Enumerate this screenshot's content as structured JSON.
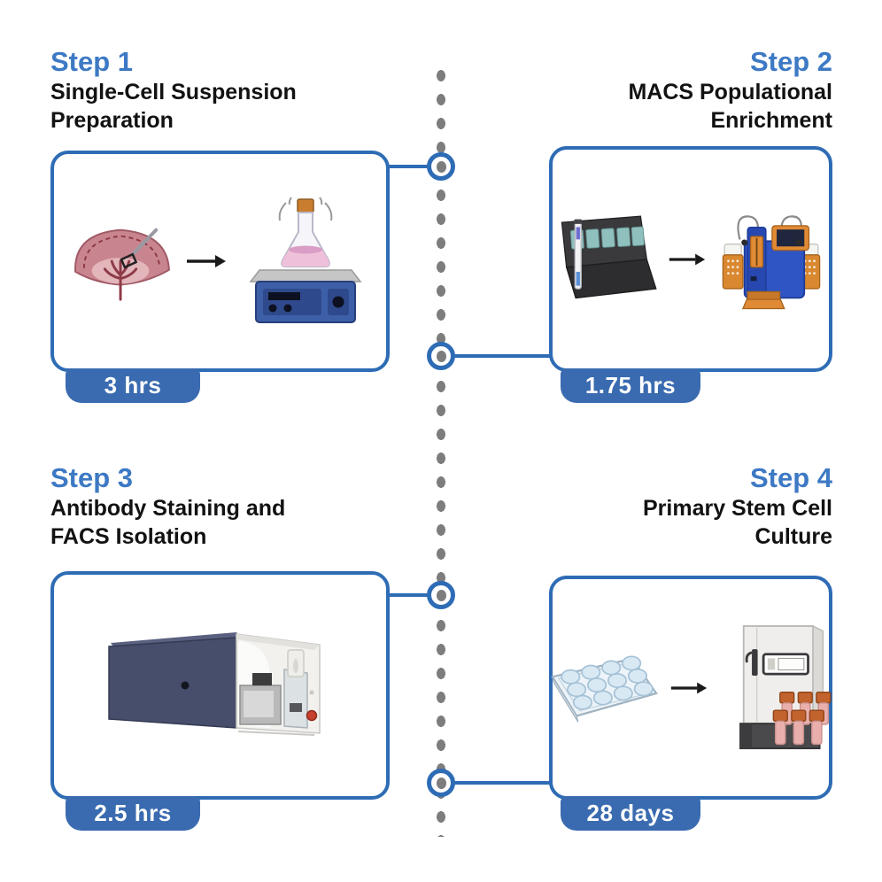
{
  "figure": {
    "type": "protocol-timeline-diagram",
    "background": "#ffffff",
    "timeline": {
      "style": "vertical-dotted",
      "node_count": 4
    }
  },
  "colors": {
    "step_label_blue": "#3D79C4",
    "title_black": "#121212",
    "card_border_blue": "#2E6CB5",
    "badge_blue": "#3A6BB0",
    "badge_text_white": "#ffffff",
    "timeline_dot_gray": "#7D7D7D",
    "arrow_black": "#1a1a1a"
  },
  "steps": [
    {
      "label": "Step 1",
      "title": "Single-Cell Suspension Preparation",
      "title_line1": "Single-Cell Suspension",
      "title_line2": "Preparation",
      "duration": "3 hrs",
      "icons": [
        "brain-dissection-icon",
        "arrow-right-icon",
        "orbital-shaker-flask-icon"
      ]
    },
    {
      "label": "Step 2",
      "title": "MACS Populational Enrichment",
      "title_line1": "MACS Populational",
      "title_line2": "Enrichment",
      "duration": "1.75 hrs",
      "icons": [
        "macs-magnet-stand-icon",
        "arrow-right-icon",
        "automacs-separator-icon"
      ]
    },
    {
      "label": "Step 3",
      "title": "Antibody Staining and FACS Isolation",
      "title_line1": "Antibody Staining and",
      "title_line2": "FACS Isolation",
      "duration": "2.5 hrs",
      "icons": [
        "facs-cytometer-icon"
      ]
    },
    {
      "label": "Step 4",
      "title": "Primary Stem Cell Culture",
      "title_line1": "Primary Stem Cell",
      "title_line2": "Culture",
      "duration": "28 days",
      "icons": [
        "well-plate-icon",
        "arrow-right-icon",
        "freezer-cryovials-icon"
      ]
    }
  ]
}
